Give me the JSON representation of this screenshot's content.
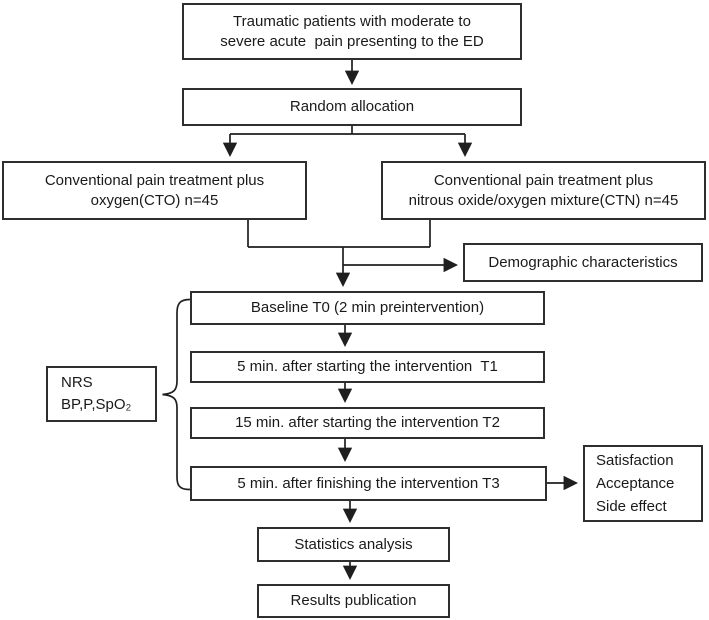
{
  "diagram": {
    "type": "flowchart",
    "background": "#ffffff",
    "line_color": "#1f1f1f",
    "border_color": "#2e2e2e",
    "boxes": {
      "top": {
        "lines": [
          "Traumatic patients with moderate to",
          "severe acute  pain presenting to the ED"
        ]
      },
      "random": {
        "label": "Random allocation"
      },
      "cto": {
        "lines": [
          "Conventional pain treatment plus",
          "oxygen(CTO) n=45"
        ]
      },
      "ctn": {
        "lines": [
          "Conventional pain treatment plus",
          "nitrous oxide/oxygen mixture(CTN) n=45"
        ]
      },
      "demographic": {
        "label": "Demographic characteristics"
      },
      "t0": {
        "label": "Baseline T0 (2 min preintervention)"
      },
      "t1": {
        "label": "5 min. after starting the intervention  T1"
      },
      "t2": {
        "label": "15 min. after starting the intervention T2"
      },
      "t3": {
        "label": "5 min. after finishing the intervention T3"
      },
      "outcomes": {
        "lines": [
          "Satisfaction",
          "Acceptance",
          "Side effect"
        ]
      },
      "statistics": {
        "label": "Statistics analysis"
      },
      "results": {
        "label": "Results publication"
      },
      "measures": {
        "lines": [
          "NRS",
          "BP,P,SpO₂"
        ]
      }
    }
  }
}
